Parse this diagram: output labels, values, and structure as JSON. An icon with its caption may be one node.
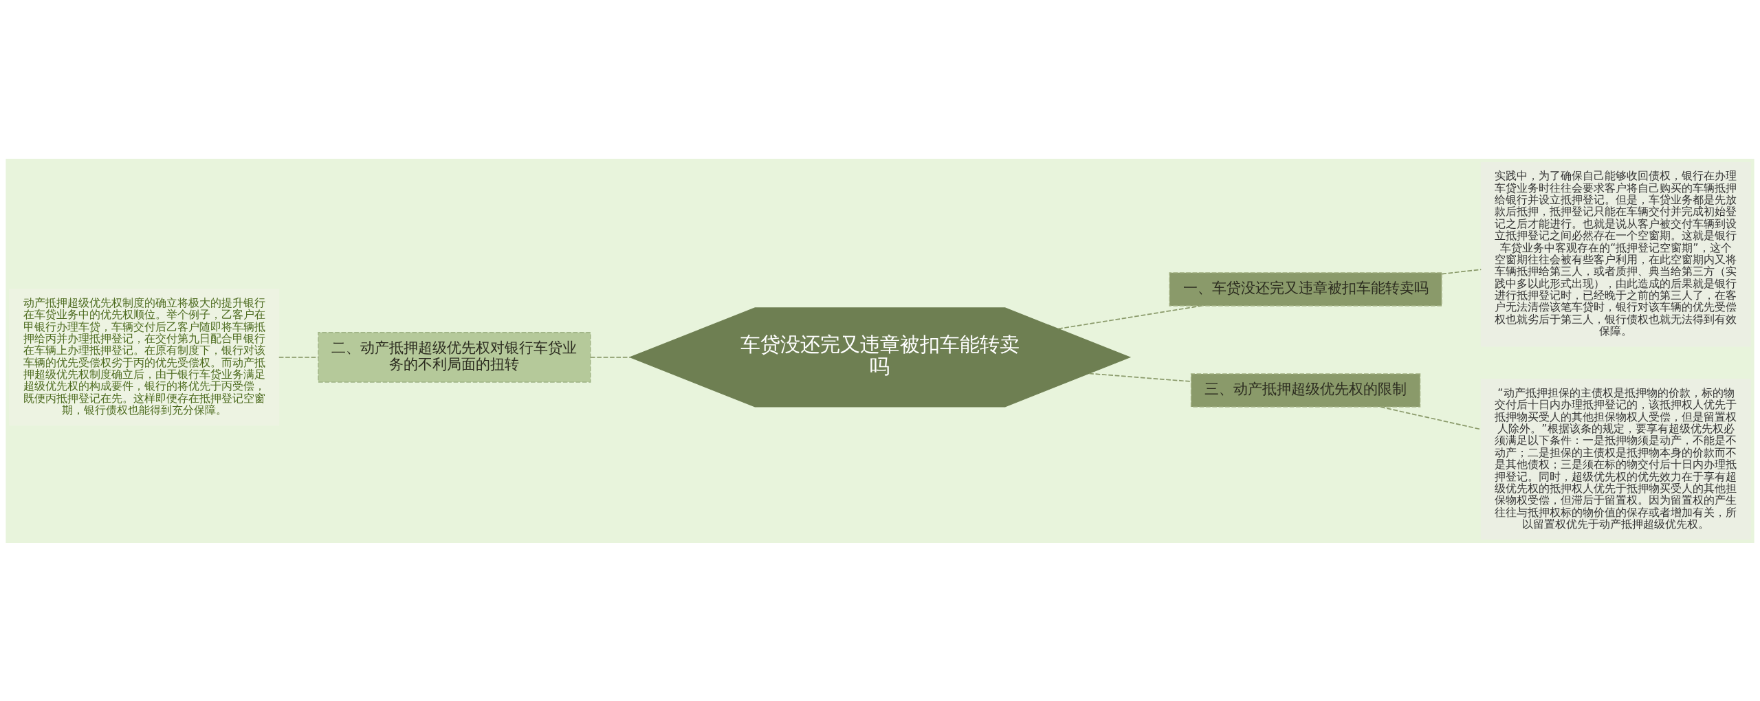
{
  "diagram": {
    "nodes": [
      {
        "text": [
          "车贷没还完又违章被扣车能转卖吗"
        ]
      },
      {
        "text": [
          "一、车贷没还完又违章被扣车能转卖吗"
        ]
      },
      {
        "text": [
          "实践中，为了确保自己能够收回债权，银行在办理车贷业务时往往会要求客户将自己购买的车辆抵押给银行并设立抵押登记。但是，车贷业务都是先放款后抵押，抵押登记只能在车辆交付并完成初始登记之后才能进行。也就是说从客户被交付车辆到设立抵押登记之间必然存在一个空窗期。这就是银行车贷业务中客观存在的“抵押登记空窗期”，这个空窗期往往会被有些客户利用，在此空窗期内又将车辆抵押给第三人，或者质押、典当给第三方（实践中多以此形式出现），由此造成的后果就是银行进行抵押登记时，已经晚于之前的第三人了，在客户无法清偿该笔车贷时，银行对该车辆的优先受偿权也就劣后于第三人，银行债权也就无法得到有效保障。"
        ]
      },
      {
        "text": [
          "三、动产抵押超级优先权的限制"
        ]
      },
      {
        "text": [
          "“动产抵押担保的主债权是抵押物的价款，标的物交付后十日内办理抵押登记的，该抵押权人优先于抵押物买受人的其他担保物权人受偿，但是留置权人除外。”根据该条的规定，要享有超级优先权必须满足以下条件：一是抵押物须是动产，不能是不动产；二是担保的主债权是抵押物本身的价款而不是其他债权；三是须在标的物交付后十日内办理抵押登记。同时，超级优先权的优先效力在于享有超级优先权的抵押权人优先于抵押物买受人的其他担保物权受偿，但滞后于留置权。因为留置权的产生往往与抵押权标的物价值的保存或者增加有关，所以留置权优先于动产抵押超级优先权。"
        ]
      },
      {
        "text": [
          "二、动产抵押超级优先权对银行车贷业务的不利局面的扭转"
        ]
      },
      {
        "text": [
          "动产抵押超级优先权制度的确立将极大的提升银行在车贷业务中的优先权顺位。举个例子，乙客户在甲银行办理车贷，车辆交付后乙客户随即将车辆抵押给丙并办理抵押登记，在交付第九日配合甲银行在车辆上办理抵押登记。在原有制度下，银行对该车辆的优先受偿权劣于丙的优先受偿权。而动产抵押超级优先权制度确立后，由于银行车贷业务满足超级优先权的构成要件，银行的将优先于丙受偿，既便丙抵押登记在先。这样即便存在抵押登记空窗期，银行债权也能得到充分保障。"
        ]
      }
    ],
    "edges": [
      {
        "from": 0,
        "to": 1,
        "arrow": "none",
        "style": "dashed"
      },
      {
        "from": 1,
        "to": 2,
        "arrow": "none",
        "style": "dashed"
      },
      {
        "from": 0,
        "to": 3,
        "arrow": "none",
        "style": "dashed"
      },
      {
        "from": 3,
        "to": 4,
        "arrow": "none",
        "style": "dashed"
      },
      {
        "from": 0,
        "to": 5,
        "arrow": "none",
        "style": "dashed"
      },
      {
        "from": 5,
        "to": 6,
        "arrow": "none",
        "style": "dashed"
      }
    ]
  }
}
